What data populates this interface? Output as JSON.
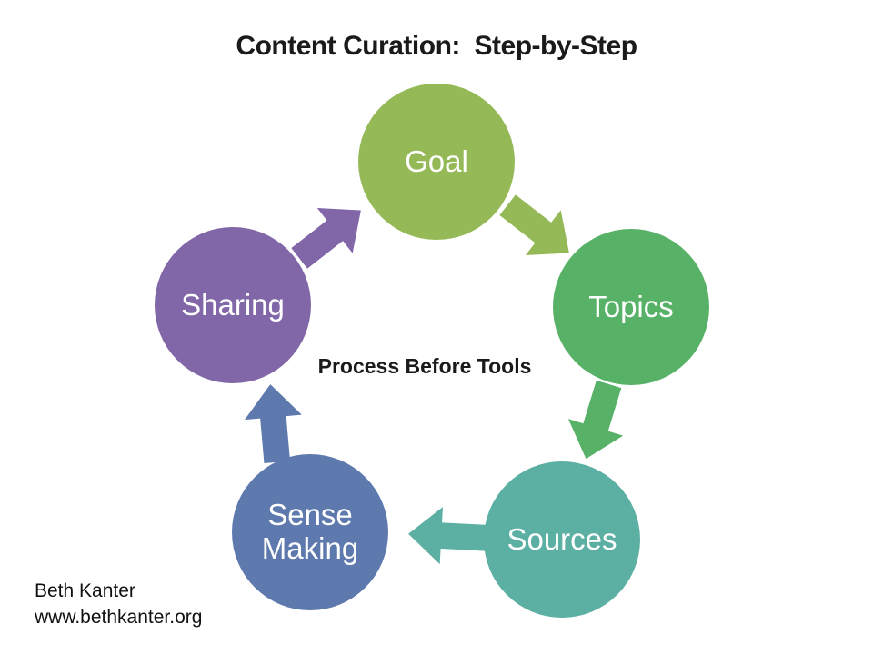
{
  "slide": {
    "title": "Content Curation:  Step-by-Step",
    "center_caption": "Process Before Tools",
    "footer": {
      "author": "Beth Kanter",
      "website": "www.bethkanter.org"
    }
  },
  "diagram": {
    "type": "cycle",
    "flow_order": [
      "Goal",
      "Topics",
      "Sources",
      "Sense Making",
      "Sharing"
    ],
    "nodes": [
      {
        "label": "Goal",
        "color": "#95B956"
      },
      {
        "label": "Topics",
        "color": "#57B268"
      },
      {
        "label": "Sources",
        "color": "#5BAFA3"
      },
      {
        "label": "Sense Making",
        "color": "#5D79AD"
      },
      {
        "label": "Sharing",
        "color": "#8166A8"
      }
    ],
    "arrows": [
      {
        "from": "Goal",
        "to": "Topics",
        "color": "#95B956"
      },
      {
        "from": "Topics",
        "to": "Sources",
        "color": "#57B268"
      },
      {
        "from": "Sources",
        "to": "Sense Making",
        "color": "#5BAFA3"
      },
      {
        "from": "Sense Making",
        "to": "Sharing",
        "color": "#5D79AD"
      },
      {
        "from": "Sharing",
        "to": "Goal",
        "color": "#8166A8"
      }
    ]
  }
}
